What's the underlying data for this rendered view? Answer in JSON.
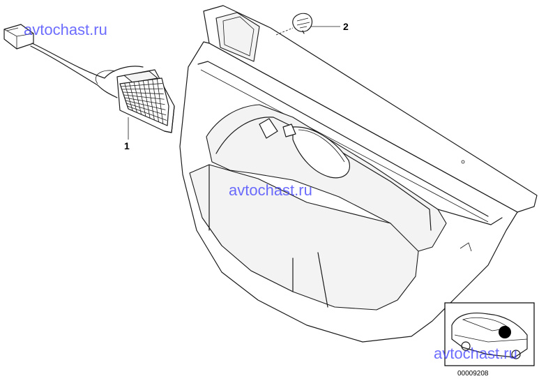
{
  "watermark_text": "avtochast.ru",
  "parts": [
    {
      "number": "1"
    },
    {
      "number": "2"
    }
  ],
  "drawing_code": "00009208"
}
